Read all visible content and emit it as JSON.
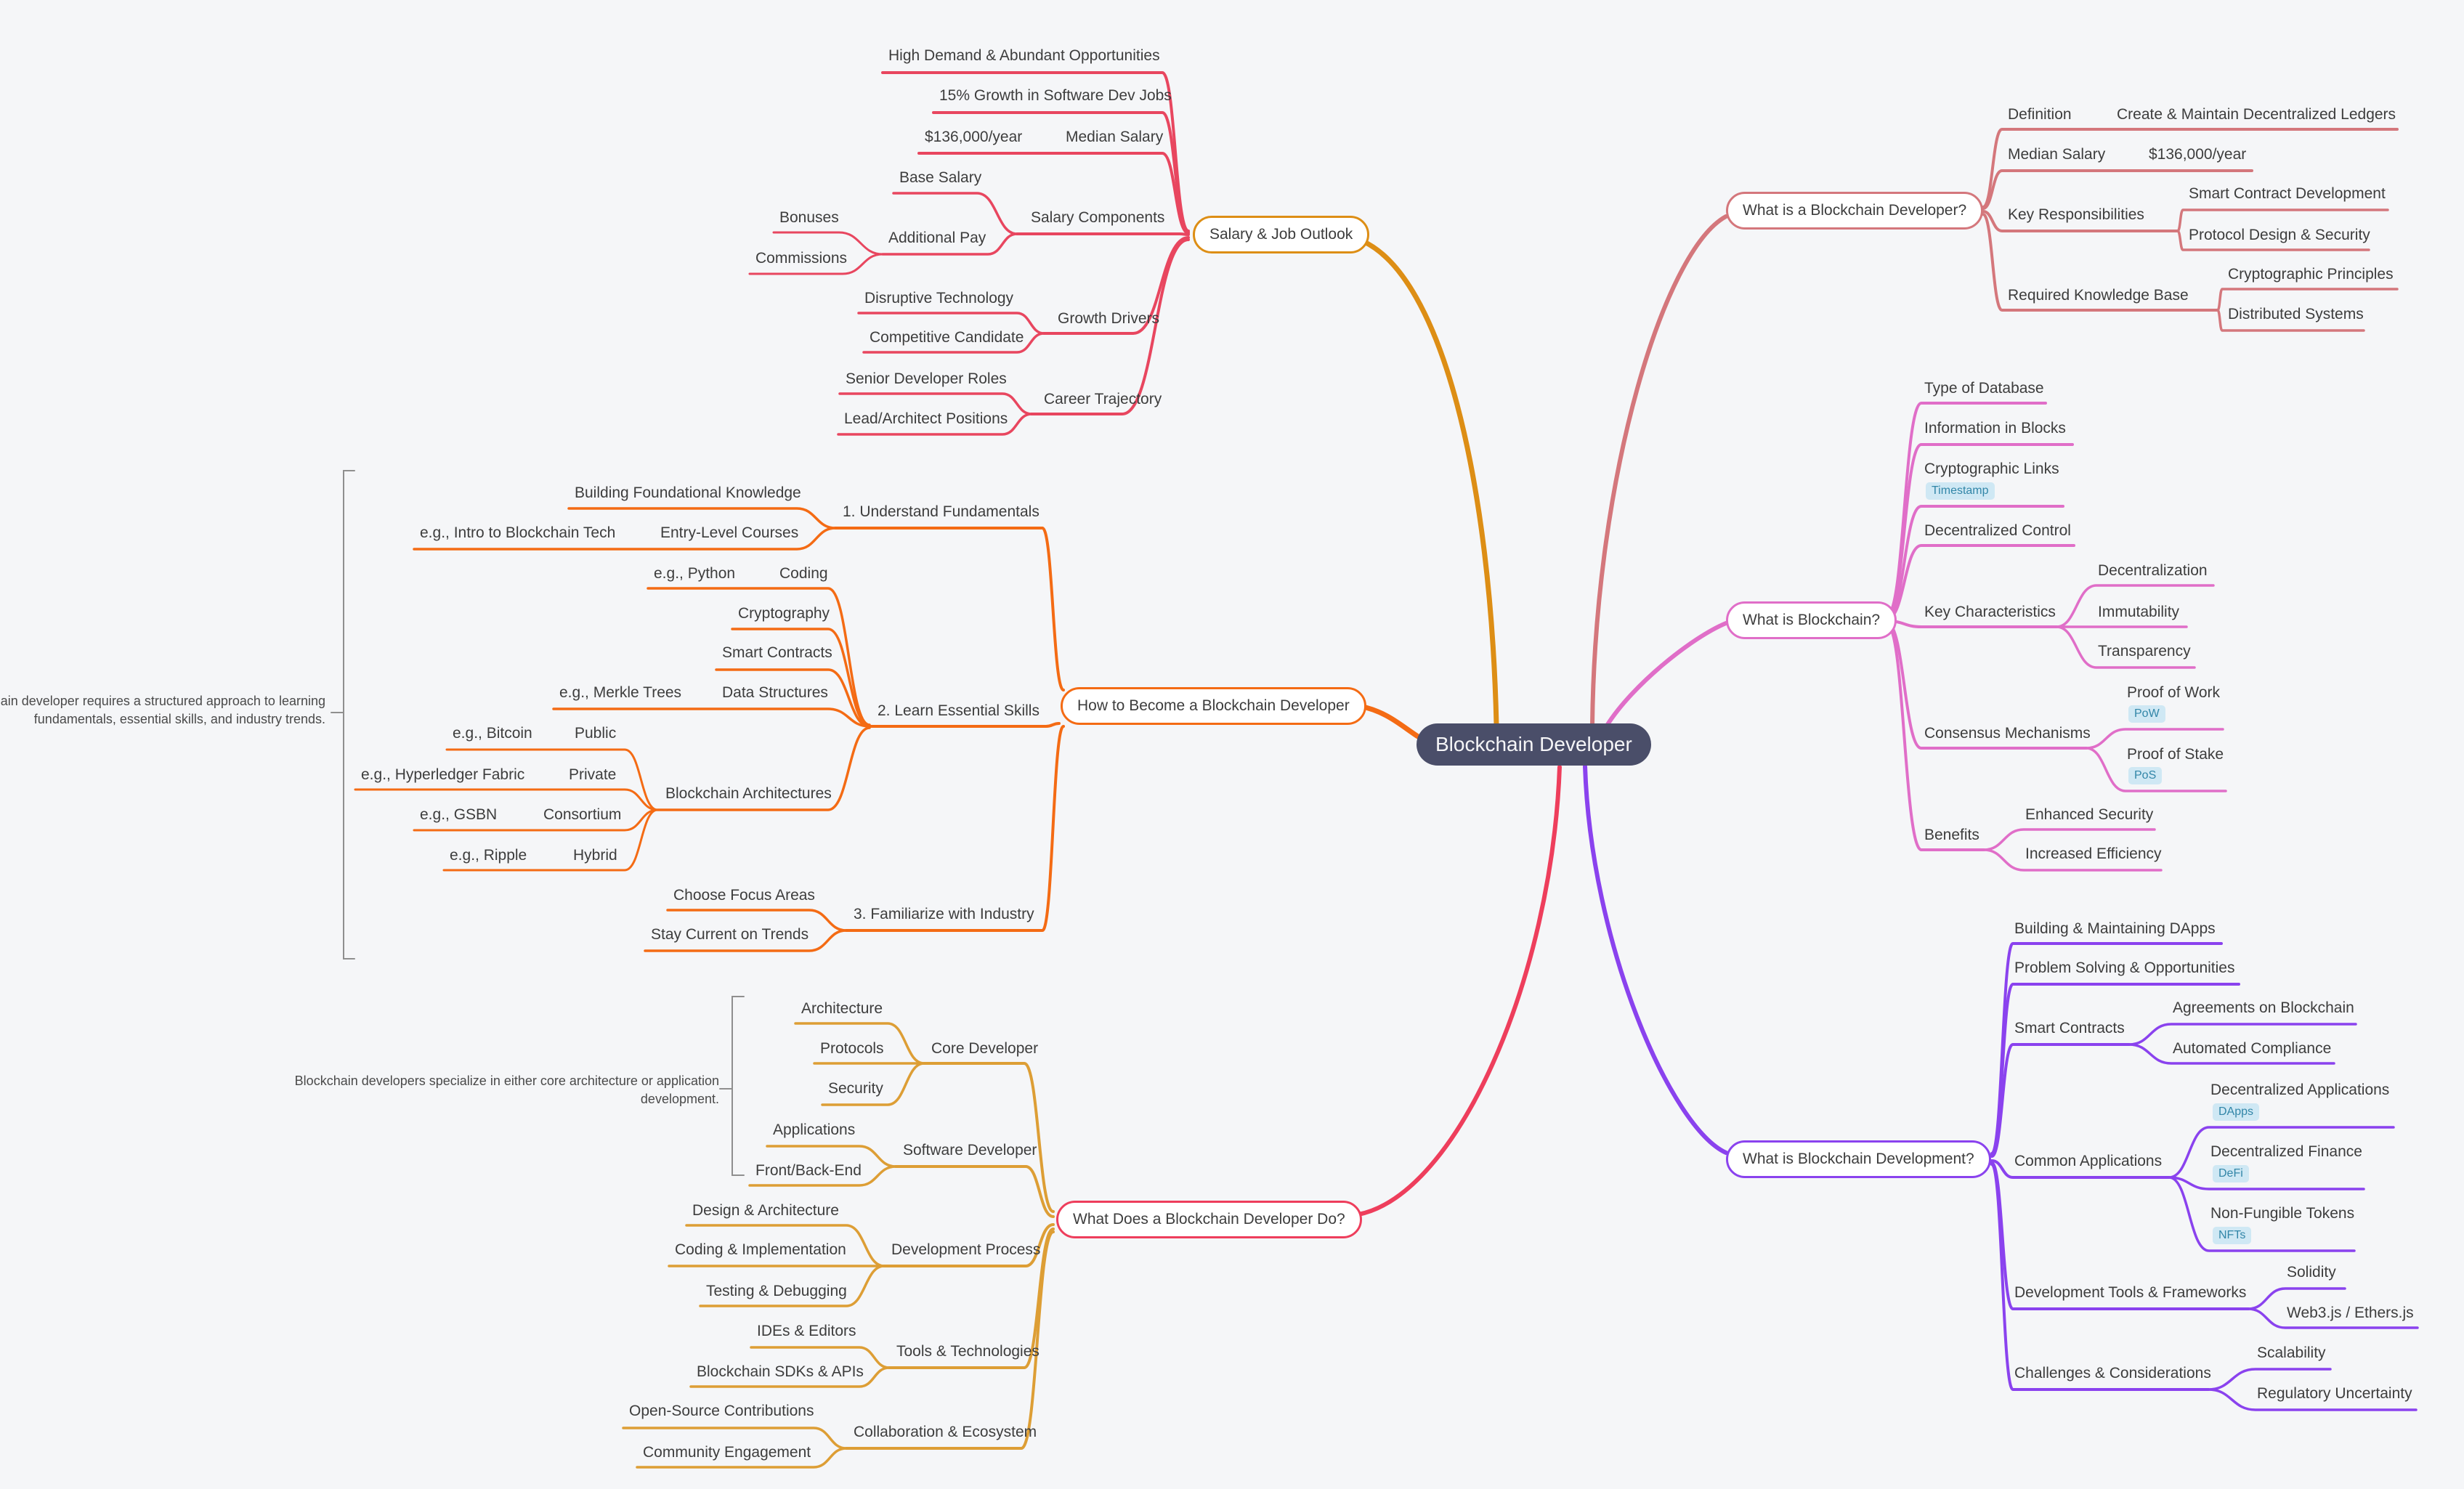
{
  "root": {
    "label": "Blockchain Developer"
  },
  "colors": {
    "background": "#f5f6f8",
    "label_text": "#3d3d3d",
    "note_text": "#4a4a4a",
    "bracket": "#8f8f8f",
    "badge_bg": "#cfe8f4",
    "badge_text": "#3286a8",
    "root_bg": "#4a4e69",
    "root_text": "#f5f5f7",
    "node_bg": "#ffffff",
    "salary_node": "#dd8e15",
    "salary_links": "#e8465f",
    "howto": "#f46b14",
    "whatdoes_node": "#ee3e5c",
    "whatdoes_links": "#dd9e35",
    "what_is_developer": "#d4777c",
    "what_is_blockchain": "#e06ec8",
    "development": "#8a42ee"
  },
  "notes": {
    "learning": {
      "line1": "chain developer requires a structured approach to learning",
      "line2": "fundamentals, essential skills, and industry trends."
    },
    "specialization": {
      "line1": "Blockchain developers specialize in either core architecture or application",
      "line2": "development."
    }
  },
  "branches": [
    {
      "label": "Salary & Job Outlook",
      "children": [
        {
          "label": "High Demand & Abundant Opportunities"
        },
        {
          "label": "15% Growth in Software Dev Jobs"
        },
        {
          "label": "Median Salary",
          "children": [
            {
              "label": "$136,000/year"
            }
          ]
        },
        {
          "label": "Salary Components",
          "children": [
            {
              "label": "Base Salary"
            },
            {
              "label": "Additional Pay",
              "children": [
                {
                  "label": "Bonuses"
                },
                {
                  "label": "Commissions"
                }
              ]
            }
          ]
        },
        {
          "label": "Growth Drivers",
          "children": [
            {
              "label": "Disruptive Technology"
            },
            {
              "label": "Competitive Candidate"
            }
          ]
        },
        {
          "label": "Career Trajectory",
          "children": [
            {
              "label": "Senior Developer Roles"
            },
            {
              "label": "Lead/Architect Positions"
            }
          ]
        }
      ]
    },
    {
      "label": "How to Become a Blockchain Developer",
      "children": [
        {
          "label": "1. Understand Fundamentals",
          "children": [
            {
              "label": "Building Foundational Knowledge"
            },
            {
              "label": "Entry-Level Courses",
              "children": [
                {
                  "label": "e.g., Intro to Blockchain Tech"
                }
              ]
            }
          ]
        },
        {
          "label": "2. Learn Essential Skills",
          "children": [
            {
              "label": "Coding",
              "children": [
                {
                  "label": "e.g., Python"
                }
              ]
            },
            {
              "label": "Cryptography"
            },
            {
              "label": "Smart Contracts"
            },
            {
              "label": "Data Structures",
              "children": [
                {
                  "label": "e.g., Merkle Trees"
                }
              ]
            },
            {
              "label": "Blockchain Architectures",
              "children": [
                {
                  "label": "Public",
                  "children": [
                    {
                      "label": "e.g., Bitcoin"
                    }
                  ]
                },
                {
                  "label": "Private",
                  "children": [
                    {
                      "label": "e.g., Hyperledger Fabric"
                    }
                  ]
                },
                {
                  "label": "Consortium",
                  "children": [
                    {
                      "label": "e.g., GSBN"
                    }
                  ]
                },
                {
                  "label": "Hybrid",
                  "children": [
                    {
                      "label": "e.g., Ripple"
                    }
                  ]
                }
              ]
            }
          ]
        },
        {
          "label": "3. Familiarize with Industry",
          "children": [
            {
              "label": "Choose Focus Areas"
            },
            {
              "label": "Stay Current on Trends"
            }
          ]
        }
      ]
    },
    {
      "label": "What Does a Blockchain Developer Do?",
      "children": [
        {
          "label": "Core Developer",
          "children": [
            {
              "label": "Architecture"
            },
            {
              "label": "Protocols"
            },
            {
              "label": "Security"
            }
          ]
        },
        {
          "label": "Software Developer",
          "children": [
            {
              "label": "Applications"
            },
            {
              "label": "Front/Back-End"
            }
          ]
        },
        {
          "label": "Development Process",
          "children": [
            {
              "label": "Design & Architecture"
            },
            {
              "label": "Coding & Implementation"
            },
            {
              "label": "Testing & Debugging"
            }
          ]
        },
        {
          "label": "Tools & Technologies",
          "children": [
            {
              "label": "IDEs & Editors"
            },
            {
              "label": "Blockchain SDKs & APIs"
            }
          ]
        },
        {
          "label": "Collaboration & Ecosystem",
          "children": [
            {
              "label": "Open-Source Contributions"
            },
            {
              "label": "Community Engagement"
            }
          ]
        }
      ]
    },
    {
      "label": "What is a Blockchain Developer?",
      "children": [
        {
          "label": "Definition",
          "children": [
            {
              "label": "Create & Maintain Decentralized Ledgers"
            }
          ]
        },
        {
          "label": "Median Salary",
          "children": [
            {
              "label": "$136,000/year"
            }
          ]
        },
        {
          "label": "Key Responsibilities",
          "children": [
            {
              "label": "Smart Contract Development"
            },
            {
              "label": "Protocol Design & Security"
            }
          ]
        },
        {
          "label": "Required Knowledge Base",
          "children": [
            {
              "label": "Cryptographic Principles"
            },
            {
              "label": "Distributed Systems"
            }
          ]
        }
      ]
    },
    {
      "label": "What is Blockchain?",
      "children": [
        {
          "label": "Type of Database"
        },
        {
          "label": "Information in Blocks"
        },
        {
          "label": "Cryptographic Links",
          "badge": "Timestamp"
        },
        {
          "label": "Decentralized Control"
        },
        {
          "label": "Key Characteristics",
          "children": [
            {
              "label": "Decentralization"
            },
            {
              "label": "Immutability"
            },
            {
              "label": "Transparency"
            }
          ]
        },
        {
          "label": "Consensus Mechanisms",
          "children": [
            {
              "label": "Proof of Work",
              "badge": "PoW"
            },
            {
              "label": "Proof of Stake",
              "badge": "PoS"
            }
          ]
        },
        {
          "label": "Benefits",
          "children": [
            {
              "label": "Enhanced Security"
            },
            {
              "label": "Increased Efficiency"
            }
          ]
        }
      ]
    },
    {
      "label": "What is Blockchain Development?",
      "children": [
        {
          "label": "Building & Maintaining DApps"
        },
        {
          "label": "Problem Solving & Opportunities"
        },
        {
          "label": "Smart Contracts",
          "children": [
            {
              "label": "Agreements on Blockchain"
            },
            {
              "label": "Automated Compliance"
            }
          ]
        },
        {
          "label": "Common Applications",
          "children": [
            {
              "label": "Decentralized Applications",
              "badge": "DApps"
            },
            {
              "label": "Decentralized Finance",
              "badge": "DeFi"
            },
            {
              "label": "Non-Fungible Tokens",
              "badge": "NFTs"
            }
          ]
        },
        {
          "label": "Development Tools & Frameworks",
          "children": [
            {
              "label": "Solidity"
            },
            {
              "label": "Web3.js / Ethers.js"
            }
          ]
        },
        {
          "label": "Challenges & Considerations",
          "children": [
            {
              "label": "Scalability"
            },
            {
              "label": "Regulatory Uncertainty"
            }
          ]
        }
      ]
    }
  ]
}
